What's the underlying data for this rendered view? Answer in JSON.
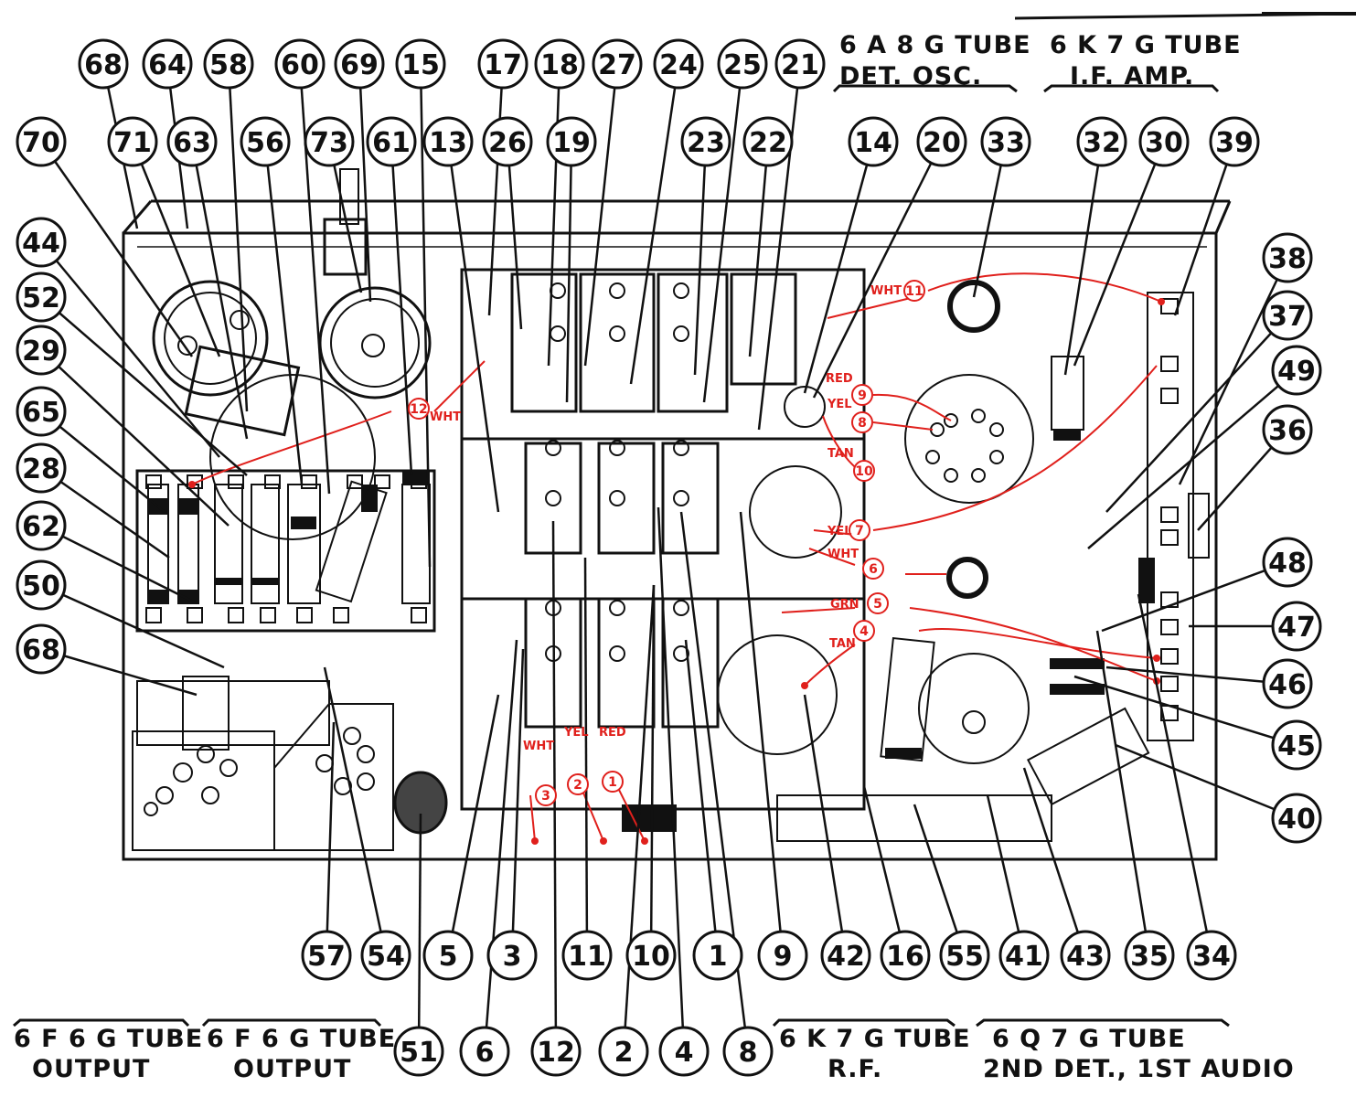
{
  "colors": {
    "ink": "#111111",
    "red_wire": "#e0201c",
    "paper": "#ffffff",
    "screen": "#444444"
  },
  "callouts_top": [
    "68",
    "64",
    "58",
    "60",
    "69",
    "15",
    "17",
    "18",
    "27",
    "24",
    "25",
    "21"
  ],
  "callouts_row2": [
    "70",
    "71",
    "63",
    "56",
    "73",
    "61",
    "13",
    "26",
    "19",
    "23",
    "22",
    "14",
    "20",
    "33",
    "32",
    "30",
    "39"
  ],
  "callouts_left": [
    "44",
    "52",
    "29",
    "65",
    "28",
    "62",
    "50",
    "68"
  ],
  "callouts_right": [
    "38",
    "37",
    "49",
    "36",
    "48",
    "47",
    "46",
    "45",
    "40"
  ],
  "callouts_bottom1": [
    "57",
    "54",
    "5",
    "3",
    "11",
    "10",
    "1",
    "9",
    "42",
    "16",
    "55",
    "41",
    "43",
    "35",
    "34"
  ],
  "callouts_bottom2": [
    "51",
    "6",
    "12",
    "2",
    "4",
    "8"
  ],
  "tube_labels": {
    "t6a8g": {
      "line1": "6 A 8 G TUBE",
      "line2": "DET.  OSC."
    },
    "t6k7g_if": {
      "line1": "6 K 7 G TUBE",
      "line2": "I.F. AMP."
    },
    "t6f6g_a": {
      "line1": "6 F 6 G TUBE",
      "line2": "OUTPUT"
    },
    "t6f6g_b": {
      "line1": "6 F 6 G TUBE",
      "line2": "OUTPUT"
    },
    "t6k7g_rf": {
      "line1": "6 K 7 G TUBE",
      "line2": "R.F."
    },
    "t6q7g": {
      "line1": "6 Q 7 G TUBE",
      "line2": "2ND DET., 1ST AUDIO"
    }
  },
  "wire_tags": [
    {
      "num": "11",
      "color": "WHT"
    },
    {
      "num": "12",
      "color": "WHT"
    },
    {
      "num": "9",
      "color": "RED"
    },
    {
      "num": "8",
      "color": "YEL"
    },
    {
      "num": "10",
      "color": "TAN"
    },
    {
      "num": "7",
      "color": "YEL"
    },
    {
      "num": "6",
      "color": "WHT"
    },
    {
      "num": "5",
      "color": "GRN"
    },
    {
      "num": "4",
      "color": "TAN"
    },
    {
      "num": "3",
      "color": "WHT"
    },
    {
      "num": "2",
      "color": "YEL"
    },
    {
      "num": "1",
      "color": "RED"
    }
  ]
}
